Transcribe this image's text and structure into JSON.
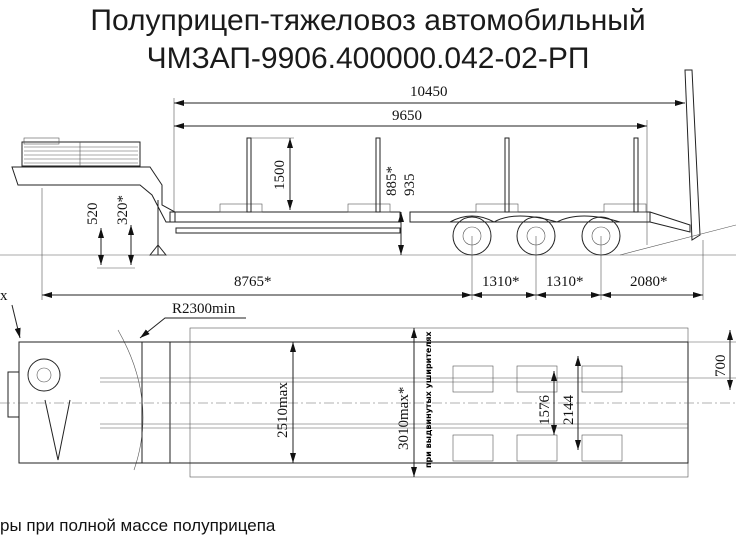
{
  "title": {
    "line1": "Полуприцеп-тяжеловоз автомобильный",
    "line2": "ЧМЗАП-9906.400000.042-02-РП"
  },
  "side_view": {
    "dims": {
      "overall_length": "10450",
      "deck_length": "9650",
      "stake_height": "1500",
      "deck_height_loaded": "885*",
      "deck_height": "935",
      "fifth_wheel_height": "520",
      "fifth_wheel_height_loaded": "320*",
      "kingpin_to_axle": "8765*",
      "axle_spacing_1": "1310*",
      "axle_spacing_2": "1310*",
      "rear_overhang": "2080*"
    }
  },
  "plan_view": {
    "dims": {
      "turn_radius": "R2300min",
      "width": "2510max",
      "width_extended": "3010max*",
      "width_extended_note": "при выдвинутых уширителях",
      "track_inner": "1576",
      "track_outer": "2144",
      "ramp_width": "700",
      "corner_label": "x"
    }
  },
  "footnote": "ры при полной массе полуприцепа"
}
